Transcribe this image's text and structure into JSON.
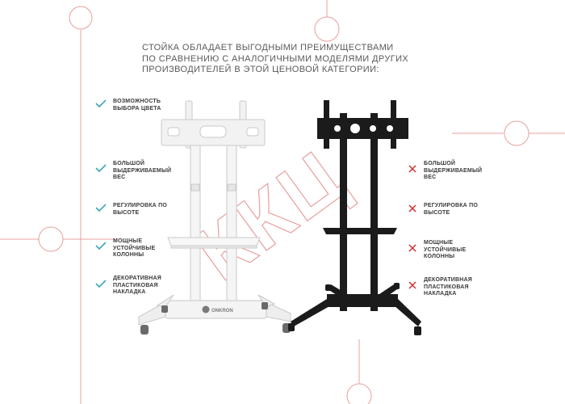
{
  "heading_lines": [
    "СТОЙКА ОБЛАДАЕТ ВЫГОДНЫМИ ПРЕИМУЩЕСТВАМИ",
    "ПО СРАВНЕНИЮ С АНАЛОГИЧНЫМИ МОДЕЛЯМИ ДРУГИХ",
    "ПРОИЗВОДИТЕЛЕЙ В ЭТОЙ ЦЕНОВОЙ КАТЕГОРИИ:"
  ],
  "advantages": [
    {
      "icon": "check-icon",
      "lines": [
        "ВОЗМОЖНОСТЬ",
        "ВЫБОРА ЦВЕТА"
      ]
    },
    {
      "icon": "check-icon",
      "lines": [
        "БОЛЬШОЙ",
        "ВЫДЕРЖИВАЕМЫЙ",
        "ВЕС"
      ]
    },
    {
      "icon": "check-icon",
      "lines": [
        "РЕГУЛИРОВКА ПО",
        "ВЫСОТЕ"
      ]
    },
    {
      "icon": "check-icon",
      "lines": [
        "МОЩНЫЕ",
        "УСТОЙЧИВЫЕ",
        "КОЛОННЫ"
      ]
    },
    {
      "icon": "check-icon",
      "lines": [
        "ДЕКОРАТИВНАЯ",
        "ПЛАСТИКОВАЯ",
        "НАКЛАДКА"
      ]
    }
  ],
  "disadvantages": [
    {
      "icon": "cross-icon",
      "lines": [
        "БОЛЬШОЙ",
        "ВЫДЕРЖИВАЕМЫЙ",
        "ВЕС"
      ]
    },
    {
      "icon": "cross-icon",
      "lines": [
        "РЕГУЛИРОВКА ПО",
        "ВЫСОТЕ"
      ]
    },
    {
      "icon": "cross-icon",
      "lines": [
        "МОЩНЫЕ",
        "УСТОЙЧИВЫЕ",
        "КОЛОННЫ"
      ]
    },
    {
      "icon": "cross-icon",
      "lines": [
        "ДЕКОРАТИВНАЯ",
        "ПЛАСТИКОВАЯ",
        "НАКЛАДКА"
      ]
    }
  ],
  "brand_label": "ONKRON",
  "watermark": "ККЦ",
  "colors": {
    "check": "#3aa6b9",
    "cross": "#d32f2f",
    "text": "#3a3a3a",
    "heading": "#5a5a5a",
    "white_stand": "#f2f2f2",
    "black_stand": "#1b1b1b",
    "watermark": "#e8a0a0"
  }
}
